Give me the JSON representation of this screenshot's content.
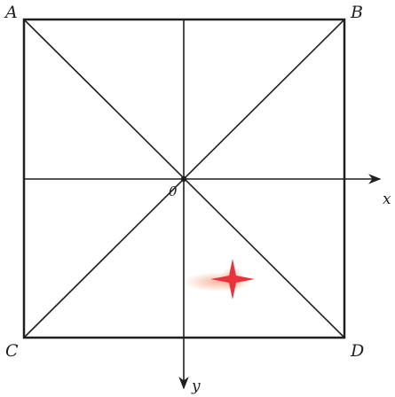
{
  "diagram": {
    "colors": {
      "ink": "#1f1f1f",
      "accent": "#e8333c",
      "accent_glow": "#f29a7a"
    },
    "vertices": {
      "top_left": "A",
      "top_right": "B",
      "bottom_left": "C",
      "bottom_right": "D"
    },
    "axes": {
      "x": "x",
      "y": "y"
    },
    "origin": "0",
    "marker_icon": "four-point-star-icon"
  }
}
